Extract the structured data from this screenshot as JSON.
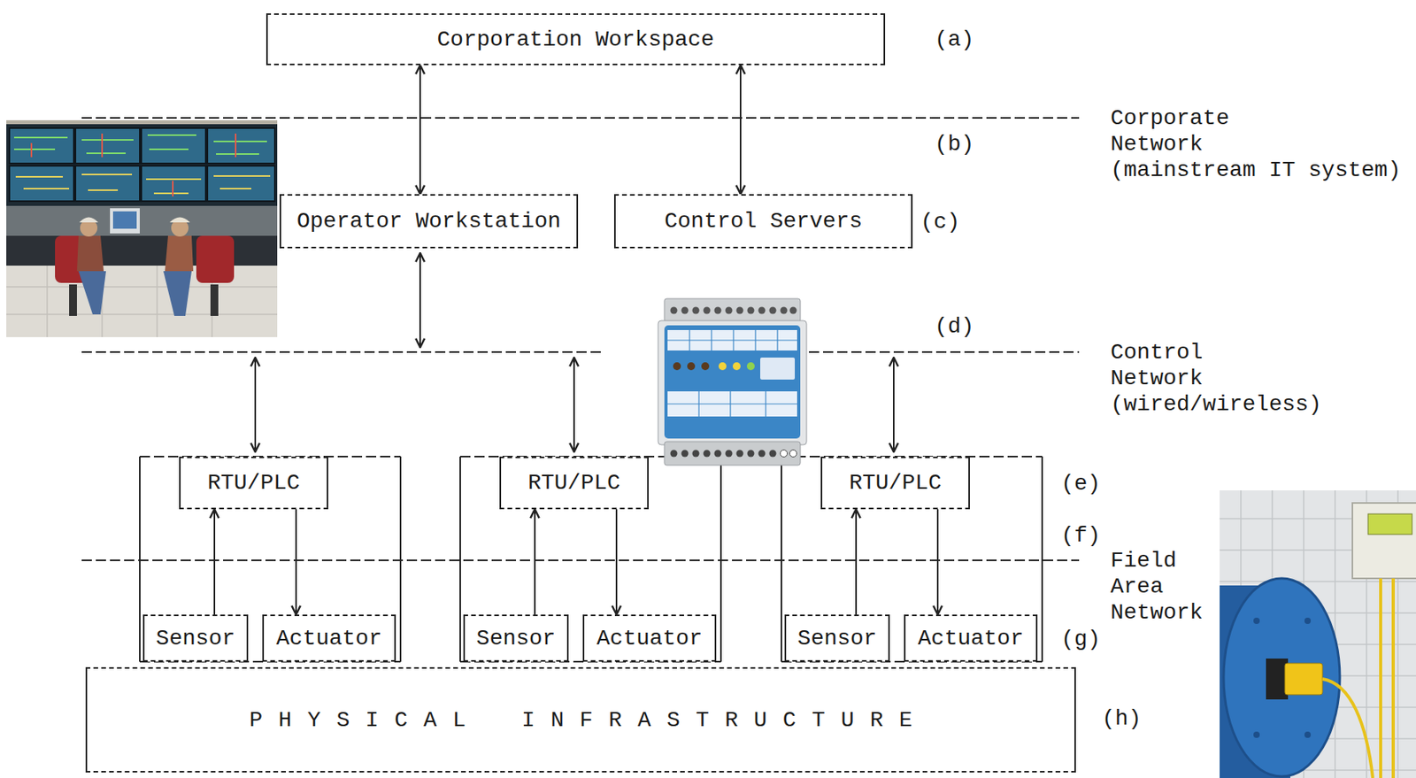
{
  "diagram": {
    "nodes": [
      {
        "text": [
          "Corporation Workspace"
        ]
      },
      {
        "text": [
          "Operator Workstation"
        ]
      },
      {
        "text": [
          "Control Servers"
        ]
      },
      {
        "text": [
          "RTU/PLC"
        ]
      },
      {
        "text": [
          "RTU/PLC"
        ]
      },
      {
        "text": [
          "RTU/PLC"
        ]
      },
      {
        "text": [
          "Sensor"
        ]
      },
      {
        "text": [
          "Actuator"
        ]
      },
      {
        "text": [
          "Sensor"
        ]
      },
      {
        "text": [
          "Actuator"
        ]
      },
      {
        "text": [
          "Sensor"
        ]
      },
      {
        "text": [
          "Actuator"
        ]
      },
      {
        "text": [
          "PHYSICAL INFRASTRUCTURE"
        ]
      }
    ],
    "edges": [
      {
        "from": 0,
        "to": 1,
        "arrow": "both"
      },
      {
        "from": 0,
        "to": 2,
        "arrow": "both"
      },
      {
        "from": 6,
        "to": 3,
        "arrow": "to"
      },
      {
        "from": 3,
        "to": 7,
        "arrow": "to"
      },
      {
        "from": 8,
        "to": 4,
        "arrow": "to"
      },
      {
        "from": 4,
        "to": 9,
        "arrow": "to"
      },
      {
        "from": 10,
        "to": 5,
        "arrow": "to"
      },
      {
        "from": 5,
        "to": 11,
        "arrow": "to"
      }
    ],
    "labels": [
      "(a)",
      "Corporate Network (mainstream IT system)",
      "(b)",
      "(c)",
      "(d)",
      "Control Network (wired/wireless)",
      "(e)",
      "(f)",
      "Field Area Network",
      "(g)",
      "(h)"
    ]
  }
}
